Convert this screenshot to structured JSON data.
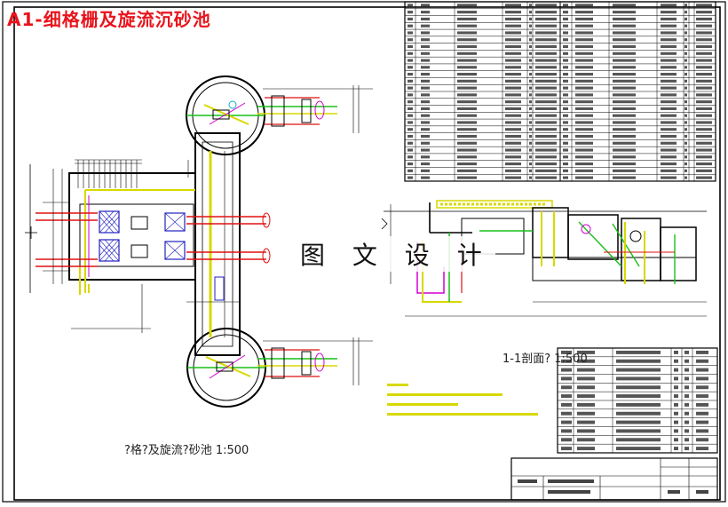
{
  "drawing": {
    "title": "A1-细格栅及旋流沉砂池",
    "watermark": "图 文 设 计",
    "plan_caption": "?格?及旋流?砂池  1:500",
    "section_caption": "1-1剖面?  1:500"
  },
  "colors": {
    "title_red": "#e8141c",
    "pipe_yellow": "#d8d800",
    "pipe_green": "#18c018",
    "pipe_red": "#e01010",
    "pipe_magenta": "#d000d0",
    "pipe_cyan": "#10b0c8",
    "line_black": "#000000",
    "equipment_blue": "#2020c0"
  },
  "icons": {
    "north_arrow": "cross-marker-icon",
    "section_arrow": "section-cut-icon"
  }
}
